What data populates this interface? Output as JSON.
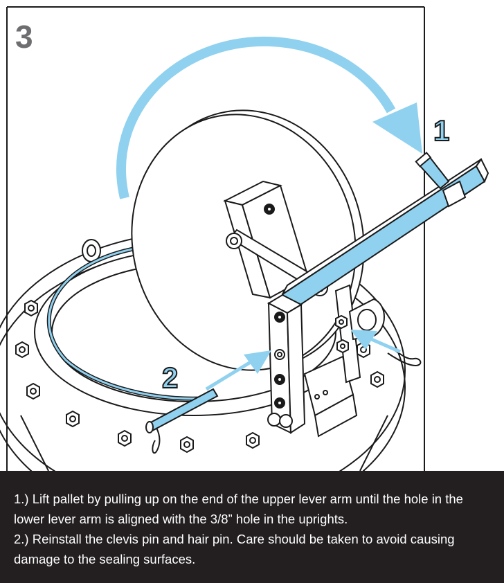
{
  "step": {
    "number": "3"
  },
  "callouts": [
    {
      "label": "1"
    },
    {
      "label": "2"
    }
  ],
  "instructions": [
    "1.) Lift pallet by pulling up on the end of the upper lever arm until the hole in the lower lever arm is aligned with the 3/8” hole in the uprights.",
    "2.) Reinstall the clevis pin and hair pin. Care should be taken to avoid causing damage to the sealing surfaces."
  ],
  "colors": {
    "accent": "#8fd1ef",
    "line": "#1a1a1a",
    "caption_bg": "#231f20",
    "step_number": "#6e6e70"
  },
  "icons": [
    "rotation-arrow-icon",
    "pointer-arrow-icon",
    "clevis-pin-icon",
    "hair-pin-icon",
    "bolt-icon"
  ]
}
